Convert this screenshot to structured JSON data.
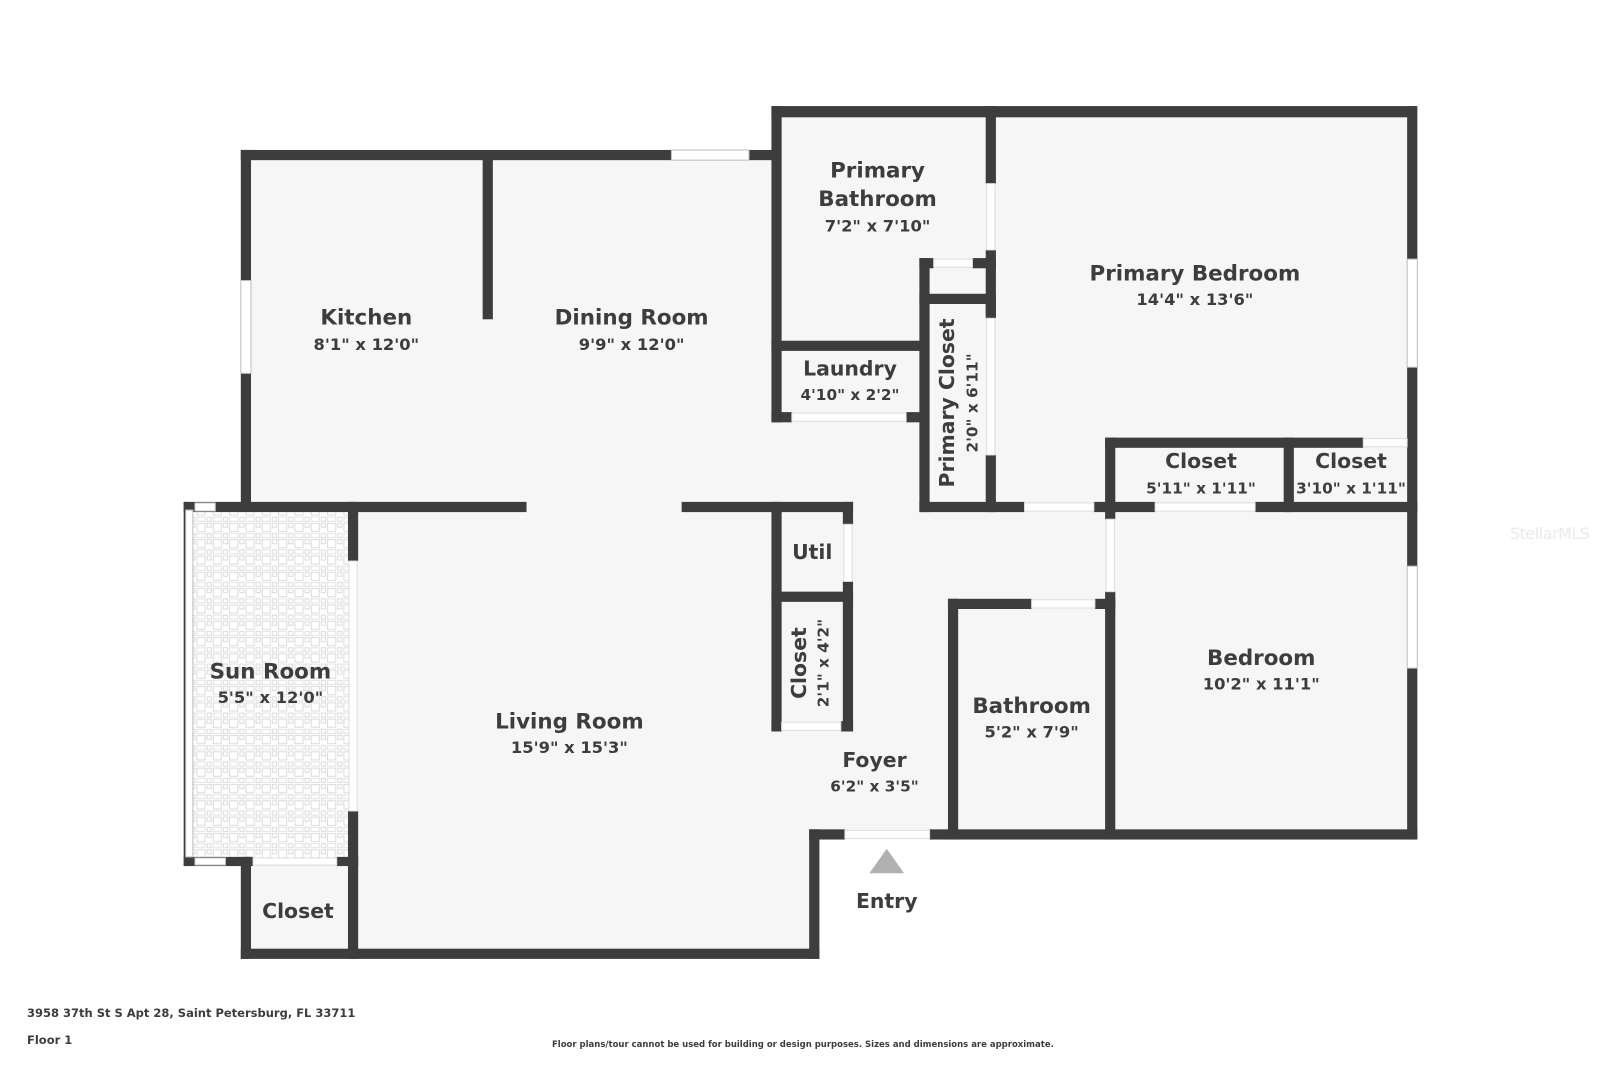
{
  "plan": {
    "address": "3958 37th St S Apt 28, Saint Petersburg, FL 33711",
    "floor": "Floor 1",
    "disclaimer": "Floor plans/tour cannot be used for building or design purposes. Sizes and dimensions are approximate.",
    "watermark": "StellarMLS",
    "entry_label": "Entry",
    "colors": {
      "wall": "#3d3d3d",
      "floor": "#f6f6f6",
      "text": "#3d3d3d",
      "entry_arrow": "#b0b0b0",
      "tile_lines": "#dcdcdc"
    }
  },
  "rooms": {
    "kitchen": {
      "name": "Kitchen",
      "dims": "8'1\" x 12'0\""
    },
    "dining_room": {
      "name": "Dining Room",
      "dims": "9'9\" x 12'0\""
    },
    "primary_bathroom": {
      "name_line1": "Primary",
      "name_line2": "Bathroom",
      "dims": "7'2\" x 7'10\""
    },
    "primary_bedroom": {
      "name": "Primary Bedroom",
      "dims": "14'4\" x 13'6\""
    },
    "laundry": {
      "name": "Laundry",
      "dims": "4'10\" x 2'2\""
    },
    "primary_closet": {
      "name": "Primary Closet",
      "dims": "2'0\" x 6'11\""
    },
    "closet_a": {
      "name": "Closet",
      "dims": "5'11\" x 1'11\""
    },
    "closet_b": {
      "name": "Closet",
      "dims": "3'10\" x 1'11\""
    },
    "util": {
      "name": "Util"
    },
    "hall_closet": {
      "name": "Closet",
      "dims": "2'1\" x 4'2\""
    },
    "sun_room": {
      "name": "Sun Room",
      "dims": "5'5\" x 12'0\""
    },
    "living_room": {
      "name": "Living Room",
      "dims": "15'9\" x 15'3\""
    },
    "foyer": {
      "name": "Foyer",
      "dims": "6'2\" x 3'5\""
    },
    "bathroom": {
      "name": "Bathroom",
      "dims": "5'2\" x 7'9\""
    },
    "bedroom": {
      "name": "Bedroom",
      "dims": "10'2\" x 11'1\""
    },
    "sun_closet": {
      "name": "Closet"
    }
  }
}
